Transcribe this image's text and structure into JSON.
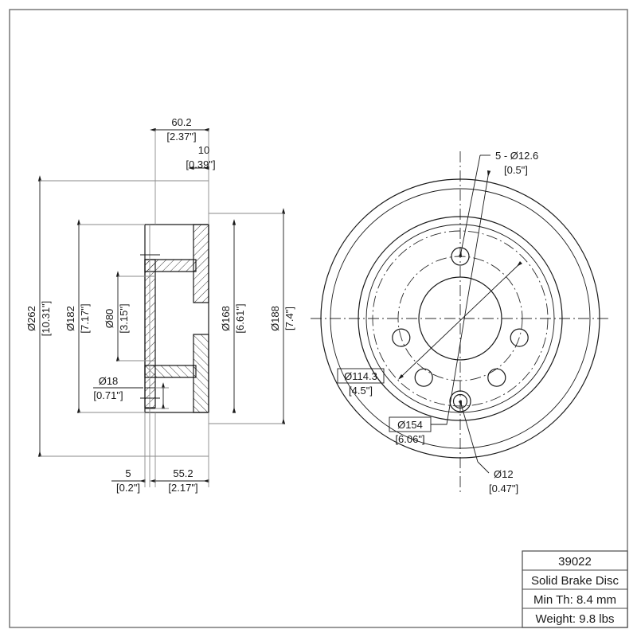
{
  "sheet": {
    "background": "#ffffff",
    "line_color": "#1a1a1a",
    "border": true
  },
  "title_block": {
    "rows": [
      {
        "name": "part-number",
        "value": "39022"
      },
      {
        "name": "description",
        "value": "Solid Brake Disc"
      },
      {
        "name": "min-thickness",
        "value": "Min Th: 8.4 mm"
      },
      {
        "name": "weight",
        "value": "Weight: 9.8 lbs"
      }
    ]
  },
  "section_view": {
    "name": "cross-section-view",
    "dimensions": {
      "overall_width_mm": "60.2",
      "overall_width_in": "[2.37\"]",
      "flange_thickness_mm": "10",
      "flange_thickness_in": "[0.39\"]",
      "outer_dia_mm": "Ø262",
      "outer_dia_in": "[10.31\"]",
      "friction_outer_dia_mm": "Ø182",
      "friction_outer_dia_in": "[7.17\"]",
      "hub_bore_dia_mm": "Ø80",
      "hub_bore_dia_in": "[3.15\"]",
      "inner_dia_mm": "Ø168",
      "inner_dia_in": "[6.61\"]",
      "mid_dia_mm": "Ø188",
      "mid_dia_in": "[7.4\"]",
      "bolt_hole_dia_mm": "Ø18",
      "bolt_hole_dia_in": "[0.71\"]",
      "hat_depth_mm": "5",
      "hat_depth_in": "[0.2\"]",
      "disc_depth_mm": "55.2",
      "disc_depth_in": "[2.17\"]"
    }
  },
  "face_view": {
    "name": "face-view",
    "callouts": {
      "bolt_holes_mm": "5 - Ø12.6",
      "bolt_holes_in": "[0.5\"]",
      "bolt_circle_mm": "Ø114.3",
      "bolt_circle_in": "[4.5\"]",
      "inner_circle_mm": "Ø154",
      "inner_circle_in": "[6.06\"]",
      "pin_hole_mm": "Ø12",
      "pin_hole_in": "[0.47\"]"
    }
  }
}
